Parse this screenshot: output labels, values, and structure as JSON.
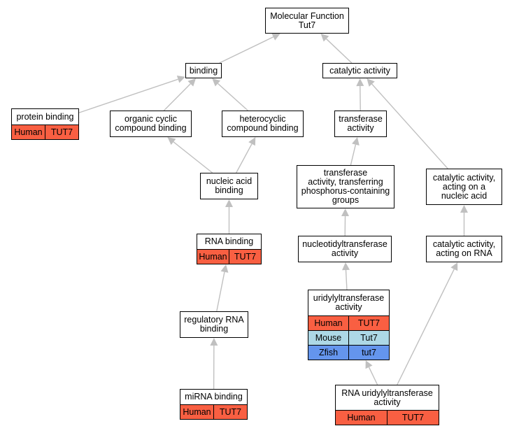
{
  "nodes": {
    "molecular_function": {
      "title": "Molecular Function\nTut7",
      "rows": []
    },
    "binding": {
      "title": "binding",
      "rows": []
    },
    "catalytic_activity": {
      "title": "catalytic activity",
      "rows": []
    },
    "protein_binding": {
      "title": "protein binding",
      "rows": [
        {
          "species": "Human",
          "gene": "TUT7",
          "color": "#f95f42"
        }
      ]
    },
    "organic_cyclic": {
      "title": "organic cyclic\ncompound binding",
      "rows": []
    },
    "heterocyclic": {
      "title": "heterocyclic\ncompound binding",
      "rows": []
    },
    "transferase": {
      "title": "transferase\nactivity",
      "rows": []
    },
    "nucleic_acid_binding": {
      "title": "nucleic acid\nbinding",
      "rows": []
    },
    "transferase_phosphorus": {
      "title": "transferase\nactivity, transferring\nphosphorus-containing\ngroups",
      "rows": []
    },
    "catalytic_nucleic": {
      "title": "catalytic activity,\nacting on a\nnucleic acid",
      "rows": []
    },
    "rna_binding": {
      "title": "RNA binding",
      "rows": [
        {
          "species": "Human",
          "gene": "TUT7",
          "color": "#f95f42"
        }
      ]
    },
    "nucleotidyltransferase": {
      "title": "nucleotidyltransferase\nactivity",
      "rows": []
    },
    "catalytic_rna": {
      "title": "catalytic activity,\nacting on RNA",
      "rows": []
    },
    "uridylyltransferase": {
      "title": "uridylyltransferase\nactivity",
      "rows": [
        {
          "species": "Human",
          "gene": "TUT7",
          "color": "#f95f42"
        },
        {
          "species": "Mouse",
          "gene": "Tut7",
          "color": "#add8e6"
        },
        {
          "species": "Zfish",
          "gene": "tut7",
          "color": "#6495ed"
        }
      ]
    },
    "regulatory_rna": {
      "title": "regulatory RNA\nbinding",
      "rows": []
    },
    "rna_uridylyl": {
      "title": "RNA uridylyltransferase\nactivity",
      "rows": [
        {
          "species": "Human",
          "gene": "TUT7",
          "color": "#f95f42"
        }
      ]
    },
    "mirna_binding": {
      "title": "miRNA binding",
      "rows": [
        {
          "species": "Human",
          "gene": "TUT7",
          "color": "#f95f42"
        }
      ]
    }
  },
  "edges": [
    {
      "from": "binding",
      "to": "molecular_function"
    },
    {
      "from": "catalytic_activity",
      "to": "molecular_function"
    },
    {
      "from": "protein_binding",
      "to": "binding"
    },
    {
      "from": "organic_cyclic",
      "to": "binding"
    },
    {
      "from": "heterocyclic",
      "to": "binding"
    },
    {
      "from": "nucleic_acid_binding",
      "to": "organic_cyclic"
    },
    {
      "from": "nucleic_acid_binding",
      "to": "heterocyclic"
    },
    {
      "from": "rna_binding",
      "to": "nucleic_acid_binding"
    },
    {
      "from": "regulatory_rna",
      "to": "rna_binding"
    },
    {
      "from": "mirna_binding",
      "to": "regulatory_rna"
    },
    {
      "from": "transferase",
      "to": "catalytic_activity"
    },
    {
      "from": "catalytic_nucleic",
      "to": "catalytic_activity"
    },
    {
      "from": "transferase_phosphorus",
      "to": "transferase"
    },
    {
      "from": "nucleotidyltransferase",
      "to": "transferase_phosphorus"
    },
    {
      "from": "uridylyltransferase",
      "to": "nucleotidyltransferase"
    },
    {
      "from": "rna_uridylyl",
      "to": "uridylyltransferase"
    },
    {
      "from": "catalytic_rna",
      "to": "catalytic_nucleic"
    },
    {
      "from": "rna_uridylyl",
      "to": "catalytic_rna"
    }
  ],
  "colors": {
    "edge": "#c0c0c0",
    "human": "#f95f42",
    "mouse": "#add8e6",
    "zfish": "#6495ed"
  }
}
